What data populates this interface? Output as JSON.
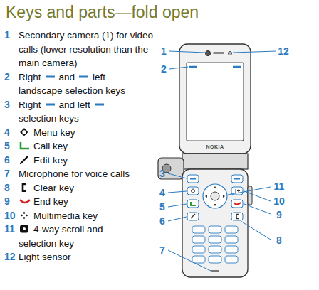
{
  "diagram": {
    "title": "Keys and parts—fold open",
    "labels": [
      "1",
      "Secondary camera (1) for video calls (lower resolution than the main camera)",
      "2",
      "Right",
      "and",
      "left",
      "landscape selection keys",
      "3",
      "Right",
      "and left",
      "selection keys",
      "4",
      "Menu key",
      "5",
      "Call key",
      "6",
      "Edit key",
      "7",
      "Microphone for voice calls",
      "8",
      "Clear key",
      "9",
      "End key",
      "10",
      "Multimedia key",
      "11",
      "4-way scroll and",
      "selection key",
      "12",
      "Light sensor",
      "1",
      "12",
      "2",
      "3",
      "11",
      "4",
      "10",
      "5",
      "9",
      "6",
      "8",
      "7",
      "NOKIA"
    ]
  }
}
